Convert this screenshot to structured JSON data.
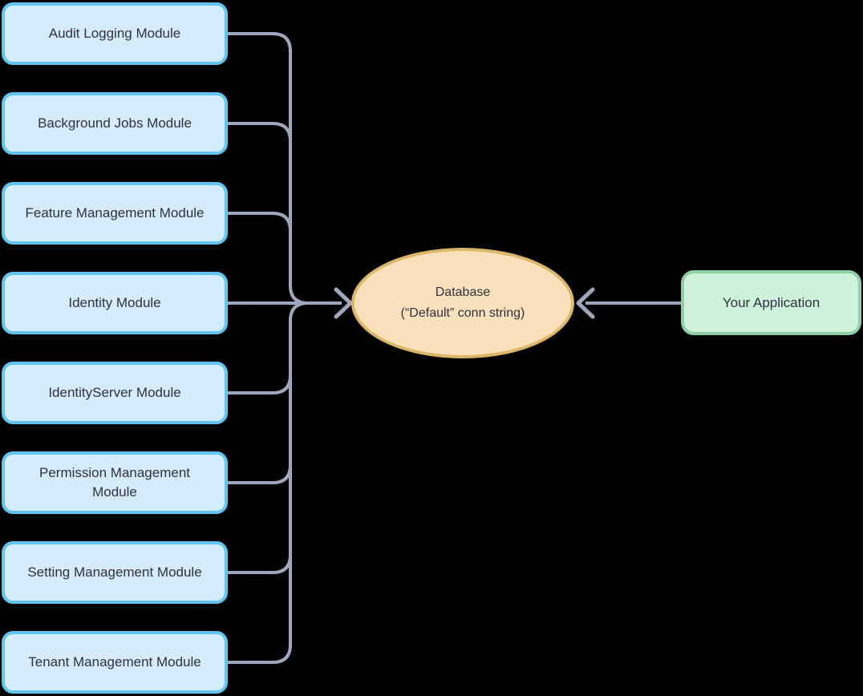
{
  "diagram": {
    "modules": [
      "Audit Logging Module",
      "Background Jobs Module",
      "Feature Management Module",
      "Identity Module",
      "IdentityServer Module",
      "Permission Management Module",
      "Setting Management Module",
      "Tenant Management Module"
    ],
    "database": {
      "line1": "Database",
      "line2": "(“Default” conn string)"
    },
    "application": {
      "label": "Your Application"
    },
    "colors": {
      "background": "#000000",
      "module_fill": "#d5ecfd",
      "module_border": "#60c5f4",
      "database_fill": "#fae1bc",
      "database_border": "#dcb768",
      "application_fill": "#cff2da",
      "application_border": "#90cfa4",
      "connector": "#9ea7bd",
      "text": "#2f3040"
    }
  }
}
